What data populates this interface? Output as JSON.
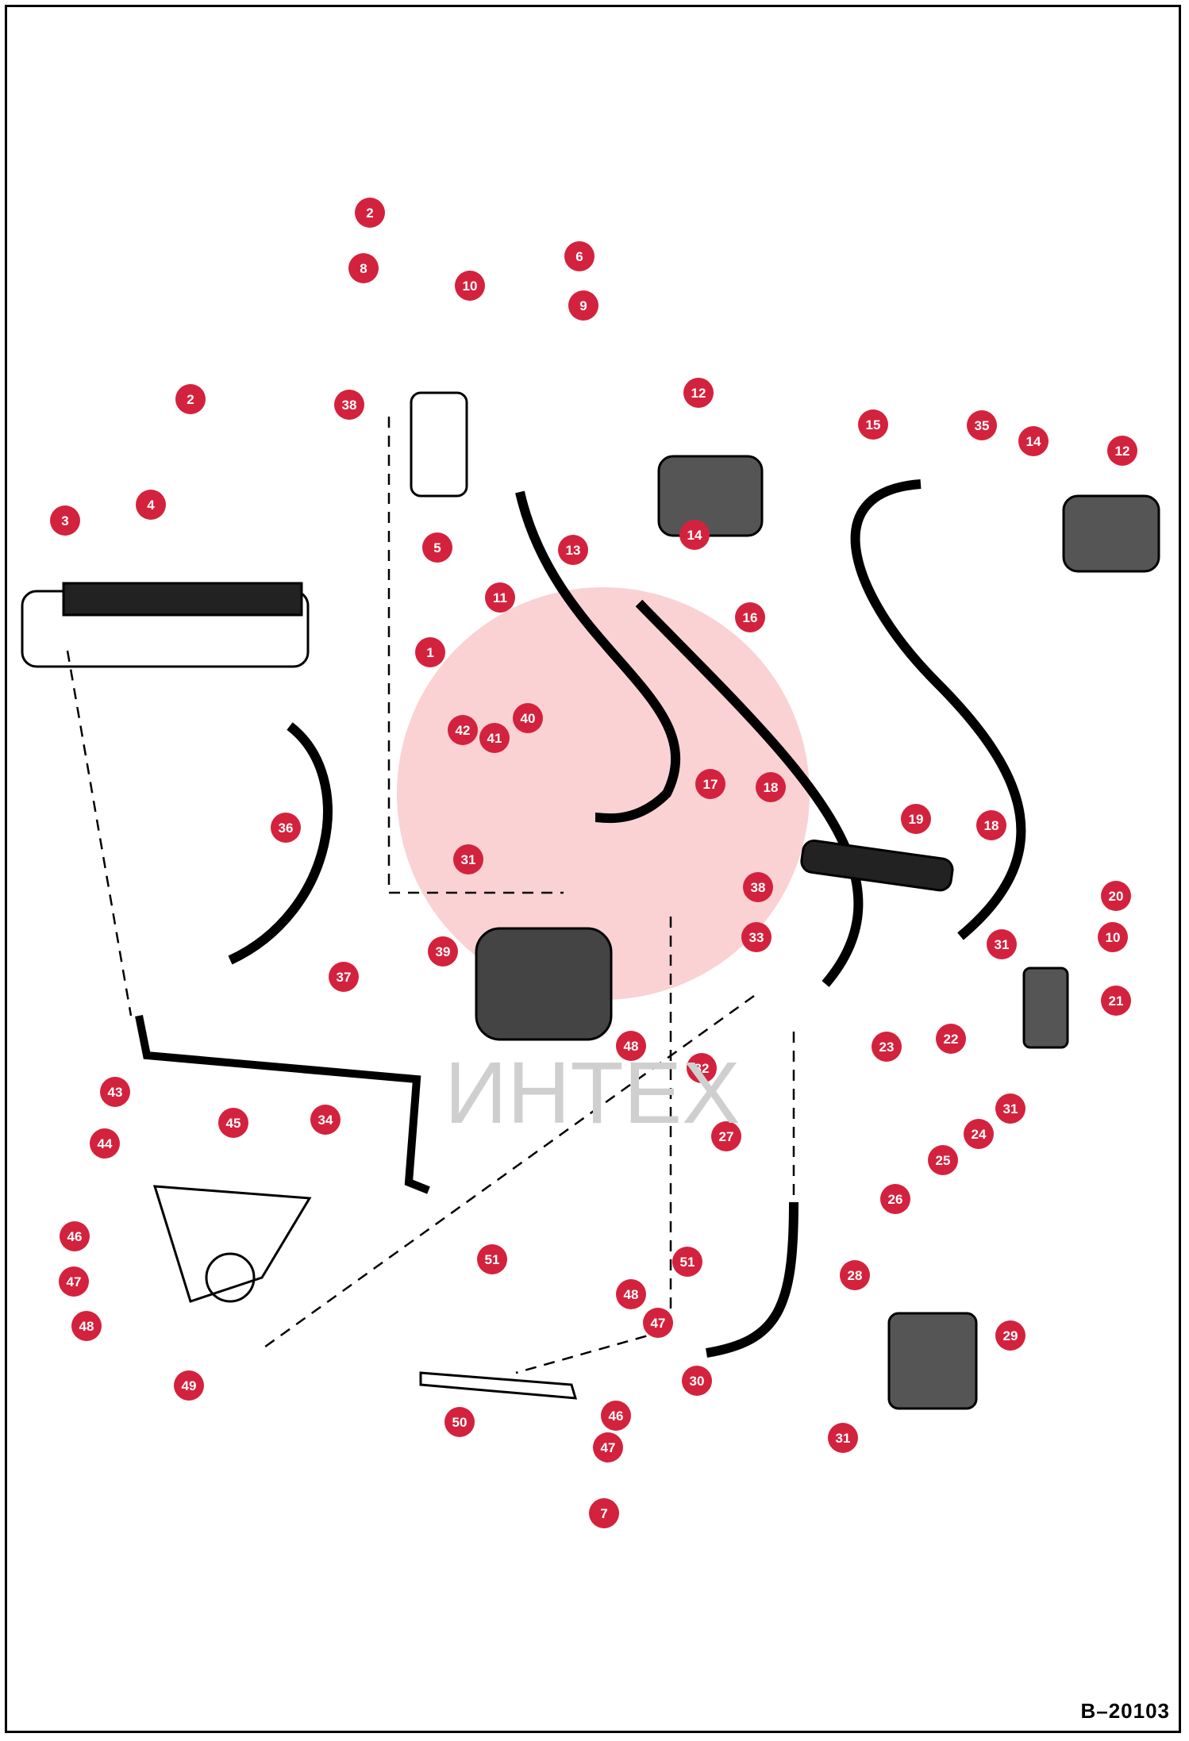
{
  "document_code": "B–20103",
  "watermark_text": "ИНТЕХ",
  "callouts": [
    {
      "n": "2"
    },
    {
      "n": "8"
    },
    {
      "n": "10"
    },
    {
      "n": "6"
    },
    {
      "n": "9"
    },
    {
      "n": "38"
    },
    {
      "n": "2"
    },
    {
      "n": "4"
    },
    {
      "n": "3"
    },
    {
      "n": "5"
    },
    {
      "n": "12"
    },
    {
      "n": "13"
    },
    {
      "n": "14"
    },
    {
      "n": "15"
    },
    {
      "n": "35"
    },
    {
      "n": "14"
    },
    {
      "n": "12"
    },
    {
      "n": "11"
    },
    {
      "n": "16"
    },
    {
      "n": "1"
    },
    {
      "n": "42"
    },
    {
      "n": "41"
    },
    {
      "n": "40"
    },
    {
      "n": "17"
    },
    {
      "n": "18"
    },
    {
      "n": "19"
    },
    {
      "n": "18"
    },
    {
      "n": "36"
    },
    {
      "n": "31"
    },
    {
      "n": "38"
    },
    {
      "n": "20"
    },
    {
      "n": "10"
    },
    {
      "n": "39"
    },
    {
      "n": "33"
    },
    {
      "n": "31"
    },
    {
      "n": "37"
    },
    {
      "n": "21"
    },
    {
      "n": "48"
    },
    {
      "n": "22"
    },
    {
      "n": "23"
    },
    {
      "n": "32"
    },
    {
      "n": "34"
    },
    {
      "n": "43"
    },
    {
      "n": "45"
    },
    {
      "n": "31"
    },
    {
      "n": "44"
    },
    {
      "n": "24"
    },
    {
      "n": "27"
    },
    {
      "n": "25"
    },
    {
      "n": "26"
    },
    {
      "n": "46"
    },
    {
      "n": "28"
    },
    {
      "n": "51"
    },
    {
      "n": "51"
    },
    {
      "n": "47"
    },
    {
      "n": "48"
    },
    {
      "n": "47"
    },
    {
      "n": "29"
    },
    {
      "n": "48"
    },
    {
      "n": "30"
    },
    {
      "n": "49"
    },
    {
      "n": "50"
    },
    {
      "n": "46"
    },
    {
      "n": "31"
    },
    {
      "n": "47"
    },
    {
      "n": "7"
    }
  ],
  "colors": {
    "callout_fill": "#d3223d",
    "callout_text": "#ffffff",
    "line": "#000000",
    "watermark": "#e8323c"
  }
}
